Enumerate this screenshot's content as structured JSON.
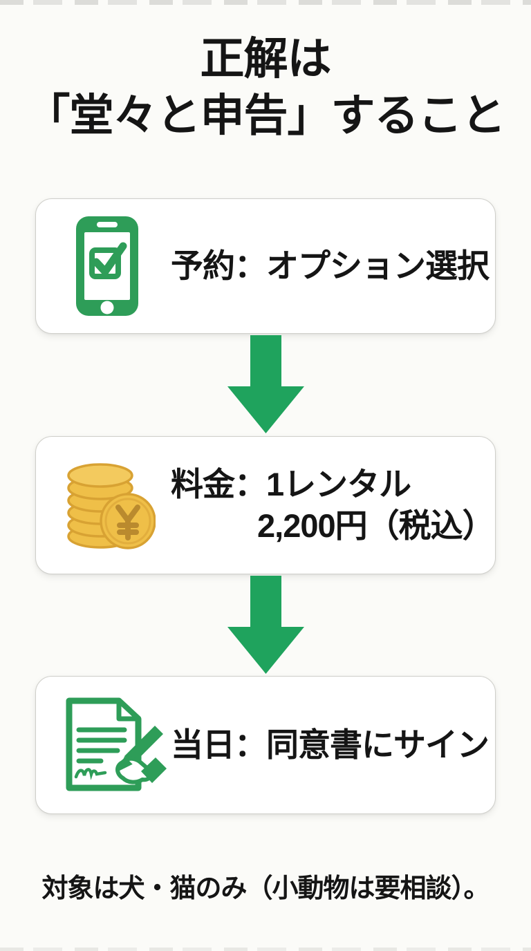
{
  "theme": {
    "background": "#fbfbf8",
    "card_bg": "#ffffff",
    "card_border": "#cfcfca",
    "text": "#151515",
    "accent_green": "#1fa35d",
    "icon_green": "#2e9d58",
    "coin_gold": "#efbf48",
    "coin_gold_dark": "#d8a233",
    "coin_gold_light": "#f3ca5e",
    "coin_ring": "#e2ae3d",
    "coin_symbol": "#ba8a2e"
  },
  "title": {
    "line1": "正解は",
    "line2": "「堂々と申告」すること"
  },
  "steps": [
    {
      "icon": "phone-check-icon",
      "label": "予約：オプション選択"
    },
    {
      "icon": "coins-yen-icon",
      "label": "料金：1レンタル",
      "label_line2": "2,200円（税込）"
    },
    {
      "icon": "signature-document-icon",
      "label": "当日：同意書にサイン"
    }
  ],
  "connector": {
    "icon": "down-arrow-icon"
  },
  "footer": {
    "note": "対象は犬・猫のみ（小動物は要相談）。"
  }
}
